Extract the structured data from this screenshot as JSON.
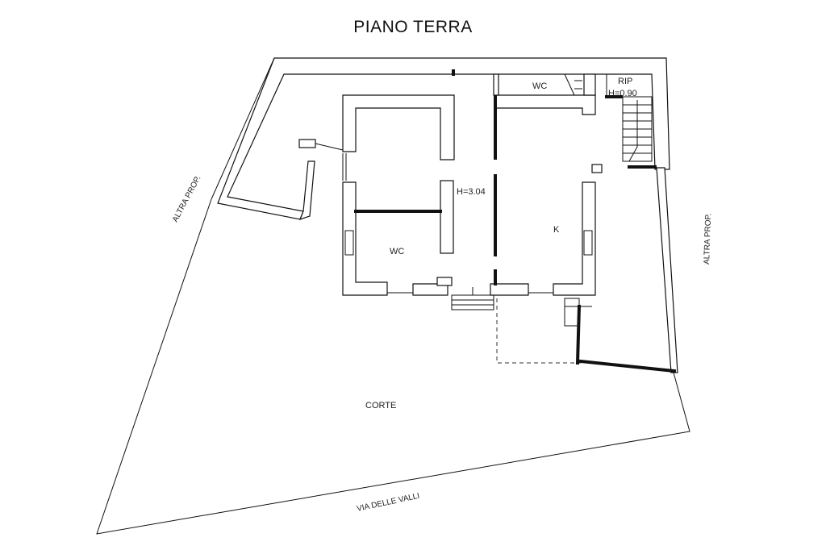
{
  "title": "PIANO TERRA",
  "labels": {
    "wc_top": "WC",
    "rip": "RIP",
    "rip_height": "H=0.90",
    "height_main": "H=3.04",
    "kitchen": "K",
    "wc_left": "WC",
    "corte": "CORTE",
    "altra_prop_left": "ALTRA PROP.",
    "altra_prop_right": "ALTRA PROP.",
    "street": "VIA DELLE VALLI"
  }
}
